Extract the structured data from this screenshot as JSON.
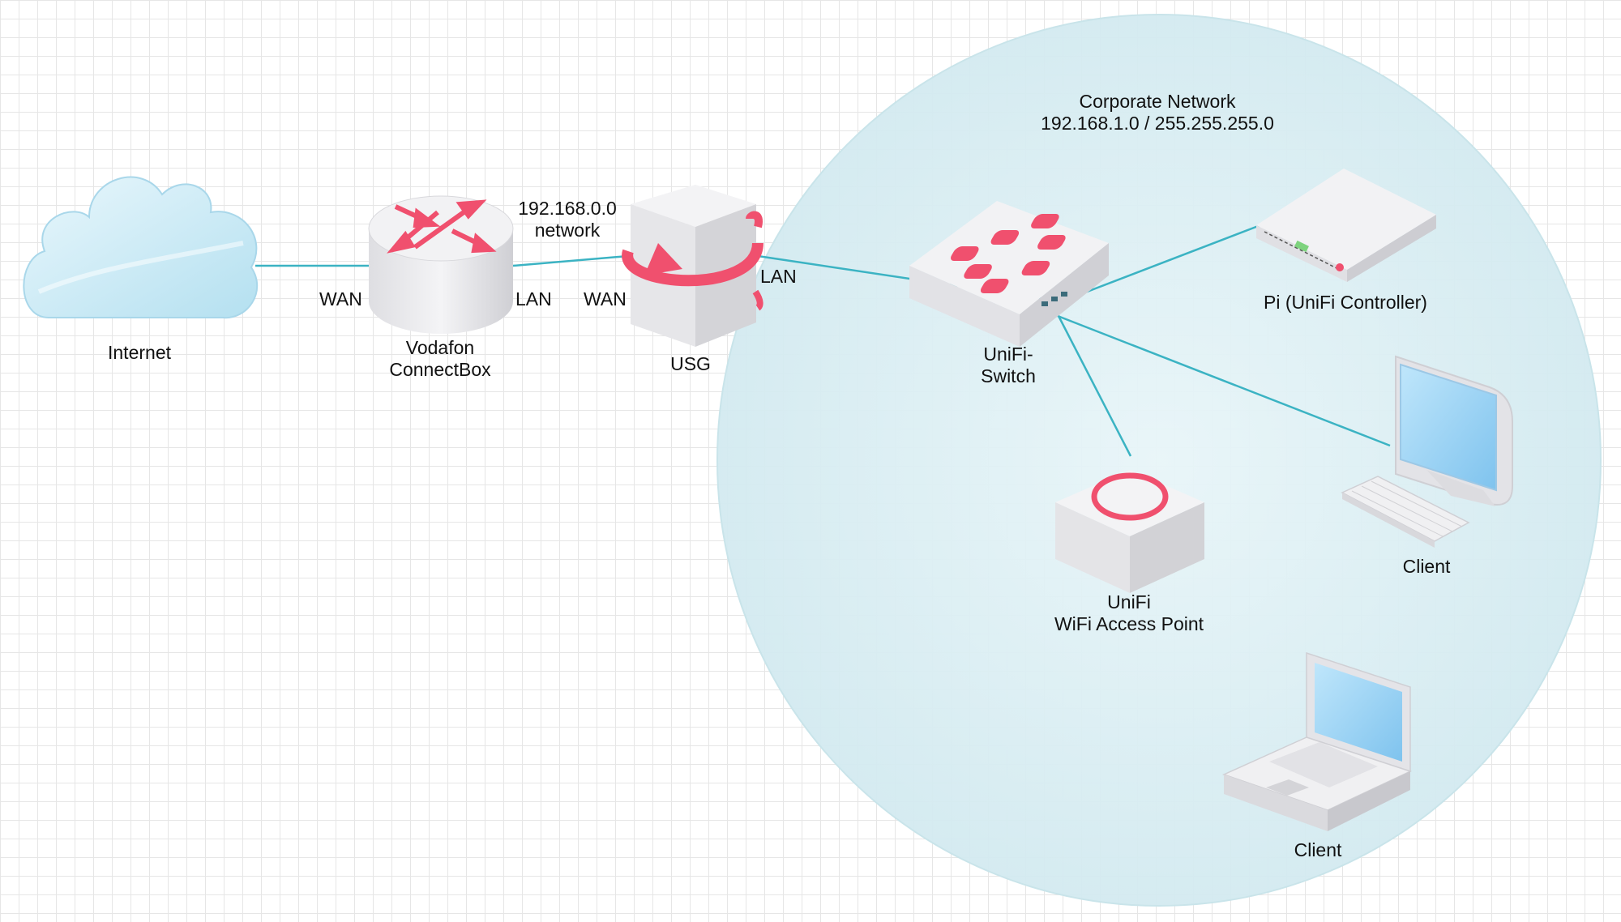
{
  "network": {
    "title": "Corporate Network",
    "subnet": "192.168.1.0 / 255.255.255.0"
  },
  "wan_network": {
    "line1": "192.168.0.0",
    "line2": "network"
  },
  "nodes": {
    "internet": {
      "label": "Internet"
    },
    "router": {
      "line1": "Vodafon",
      "line2": "ConnectBox"
    },
    "usg": {
      "label": "USG"
    },
    "switch": {
      "line1": "UniFi-",
      "line2": "Switch"
    },
    "pi": {
      "label": "Pi (UniFi Controller)"
    },
    "access_point": {
      "line1": "UniFi",
      "line2": "WiFi Access Point"
    },
    "desktop_client": {
      "label": "Client"
    },
    "laptop_client": {
      "label": "Client"
    }
  },
  "ports": {
    "router_wan": "WAN",
    "router_lan": "LAN",
    "usg_wan": "WAN",
    "usg_lan": "LAN"
  },
  "colors": {
    "link": "#3bb3c3",
    "accent": "#f0506e",
    "zone_fill": "#dcf0f4",
    "device": "#e4e4e7"
  }
}
